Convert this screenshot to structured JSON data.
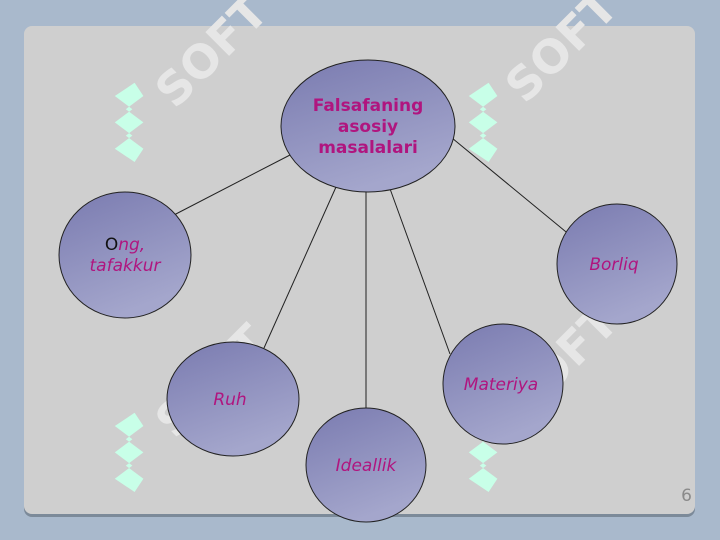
{
  "center": {
    "label_line1": "Falsafaning",
    "label_line2": "asosiy",
    "label_line3": "masalalari"
  },
  "nodes": {
    "ong": {
      "first_letter": "O",
      "rest_line1": "ng,",
      "line2": "tafakkur"
    },
    "borliq": "Borliq",
    "ruh": "Ruh",
    "ideallik": "Ideallik",
    "materiya": "Materiya"
  },
  "watermark": "SOFT",
  "page_number": "6",
  "colors": {
    "background": "#a9b9cc",
    "slide": "#cfcfcf",
    "text_accent": "#b0157f",
    "watermark": "#c8ffe8"
  }
}
